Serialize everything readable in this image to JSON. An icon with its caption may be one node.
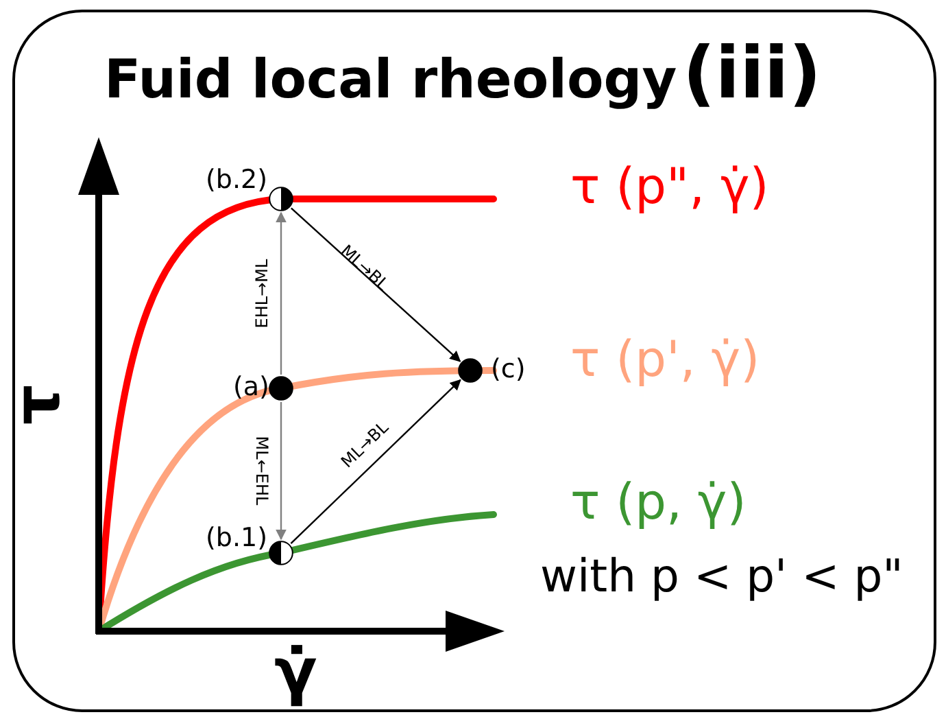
{
  "diagram": {
    "title": "Fuid local rheology",
    "nodes": [
      {
        "text": [],
        "shape": "circle",
        "beside": [
          "(b.2)"
        ]
      },
      {
        "text": [],
        "shape": "circle",
        "beside": [
          "(a)"
        ]
      },
      {
        "text": [],
        "shape": "circle",
        "beside": [
          "(c)"
        ]
      },
      {
        "text": [],
        "shape": "circle",
        "beside": [
          "(b.1)"
        ]
      }
    ],
    "edges": [
      {
        "from": 1,
        "to": 0,
        "arrow": "to",
        "label": "EHL→ML",
        "color": "#808080"
      },
      {
        "from": 1,
        "to": 3,
        "arrow": "to",
        "label": "ML←EHL",
        "color": "#808080"
      },
      {
        "from": 0,
        "to": 2,
        "arrow": "to",
        "label": "ML→BL",
        "color": "#000000"
      },
      {
        "from": 3,
        "to": 2,
        "arrow": "to",
        "label": "ML→BL",
        "color": "#000000"
      }
    ],
    "labels": [
      "(iii)",
      "τ (p\", γ̇)",
      "τ (p', γ̇)",
      "τ (p, γ̇)",
      "with p < p' < p\"",
      "τ",
      "γ̇"
    ]
  }
}
